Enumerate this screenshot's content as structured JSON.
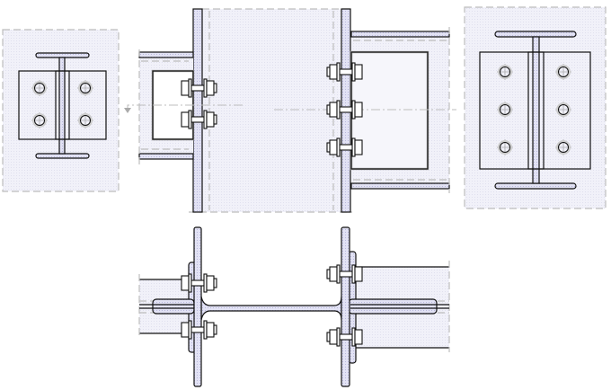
{
  "drawing": {
    "views": [
      "section-left",
      "front-elevation",
      "section-right",
      "plan"
    ],
    "colors": {
      "steel_fill": "#d8d8f0",
      "background_fill": "#eeeef8",
      "line": "#111111",
      "hidden_line": "#bdbdbd"
    }
  }
}
